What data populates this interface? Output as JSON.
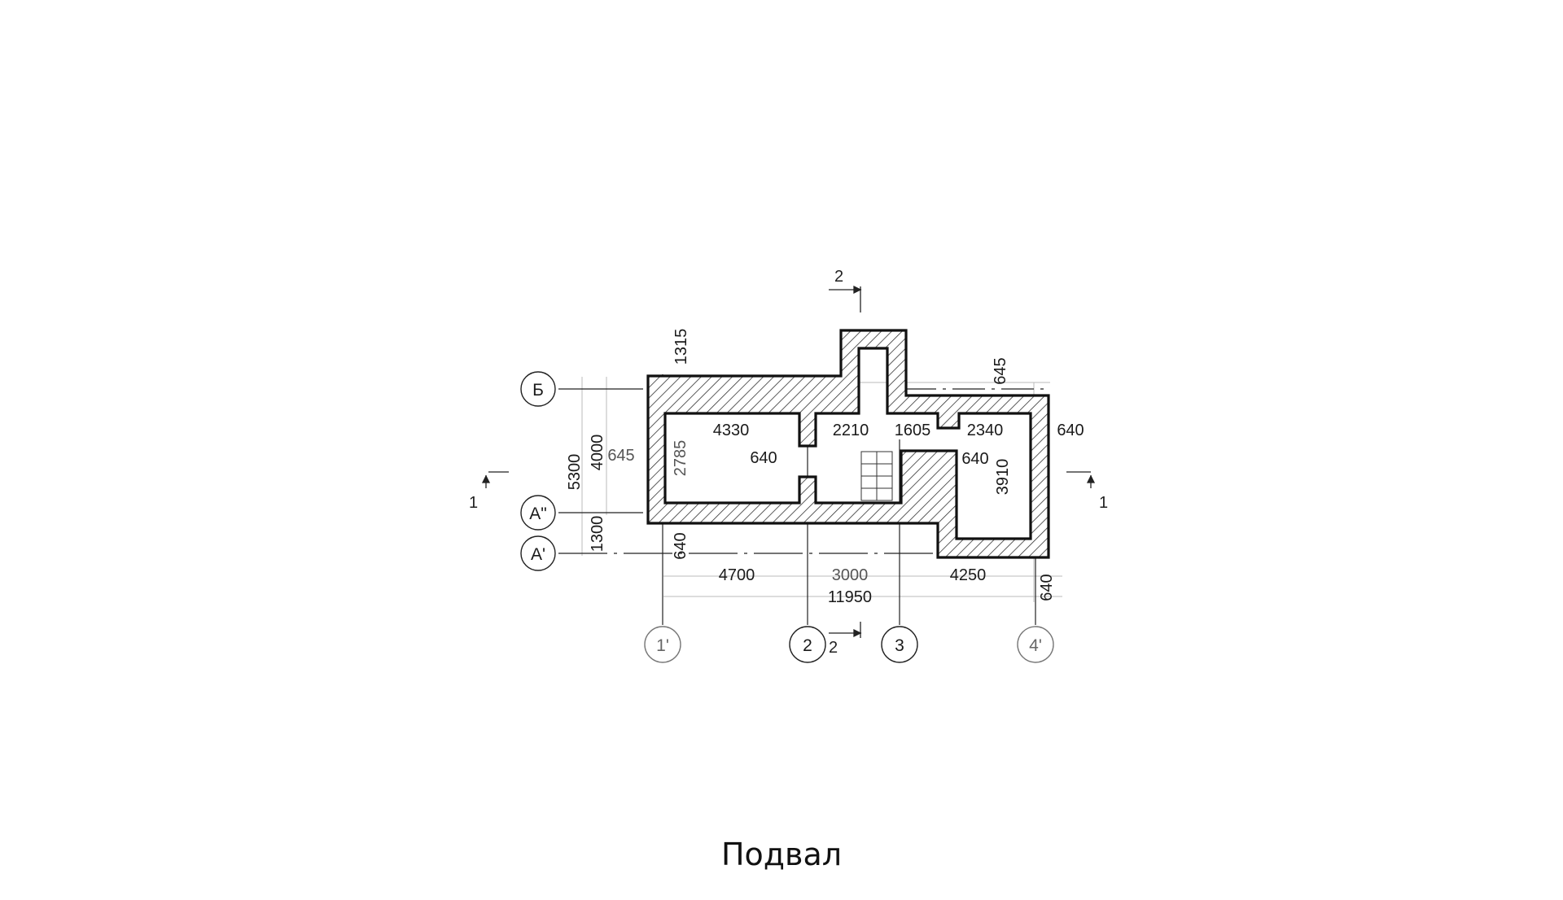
{
  "caption": "Подвал",
  "colors": {
    "wall_stroke": "#111111",
    "hatch": "#333333",
    "dim_line": "#bbbbbb",
    "axis_line": "#222222"
  },
  "grid_axes": {
    "rows": [
      "Б",
      "А\"",
      "А'"
    ],
    "columns": [
      "1'",
      "2",
      "3",
      "4'"
    ]
  },
  "section_marks": {
    "top": "2",
    "bottom": "2",
    "left": "1",
    "right": "1"
  },
  "dimensions": {
    "bottom_spans": [
      "4700",
      "3000",
      "4250"
    ],
    "bottom_total": "11950",
    "left_total": "5300",
    "left_inner": "4000",
    "left_lower": "1300",
    "left_wall": "645",
    "top_left_offset": "1315",
    "top_right_offset": "645",
    "right_wall": "640",
    "right_bottom_wall": "640",
    "left_bottom_wall": "640",
    "room1_width": "4330",
    "room1_depth": "2785",
    "room1_wall": "640",
    "stair_width": "2210",
    "corridor_width": "1605",
    "room3_width": "2340",
    "room3_depth": "3910",
    "room3_wall": "640"
  }
}
